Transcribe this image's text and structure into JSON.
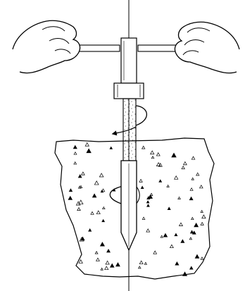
{
  "diagram": {
    "kind": "hand-auger-soil-sampling-illustration",
    "components": [
      "left-hand-icon",
      "right-hand-icon",
      "t-handle",
      "center-axis-line",
      "coupling-sleeve",
      "auger-shaft",
      "helical-flight",
      "rotation-arrow",
      "soil-mass",
      "auger-bit"
    ],
    "colors": {
      "stroke": "#000000",
      "fill": "#ffffff"
    }
  }
}
